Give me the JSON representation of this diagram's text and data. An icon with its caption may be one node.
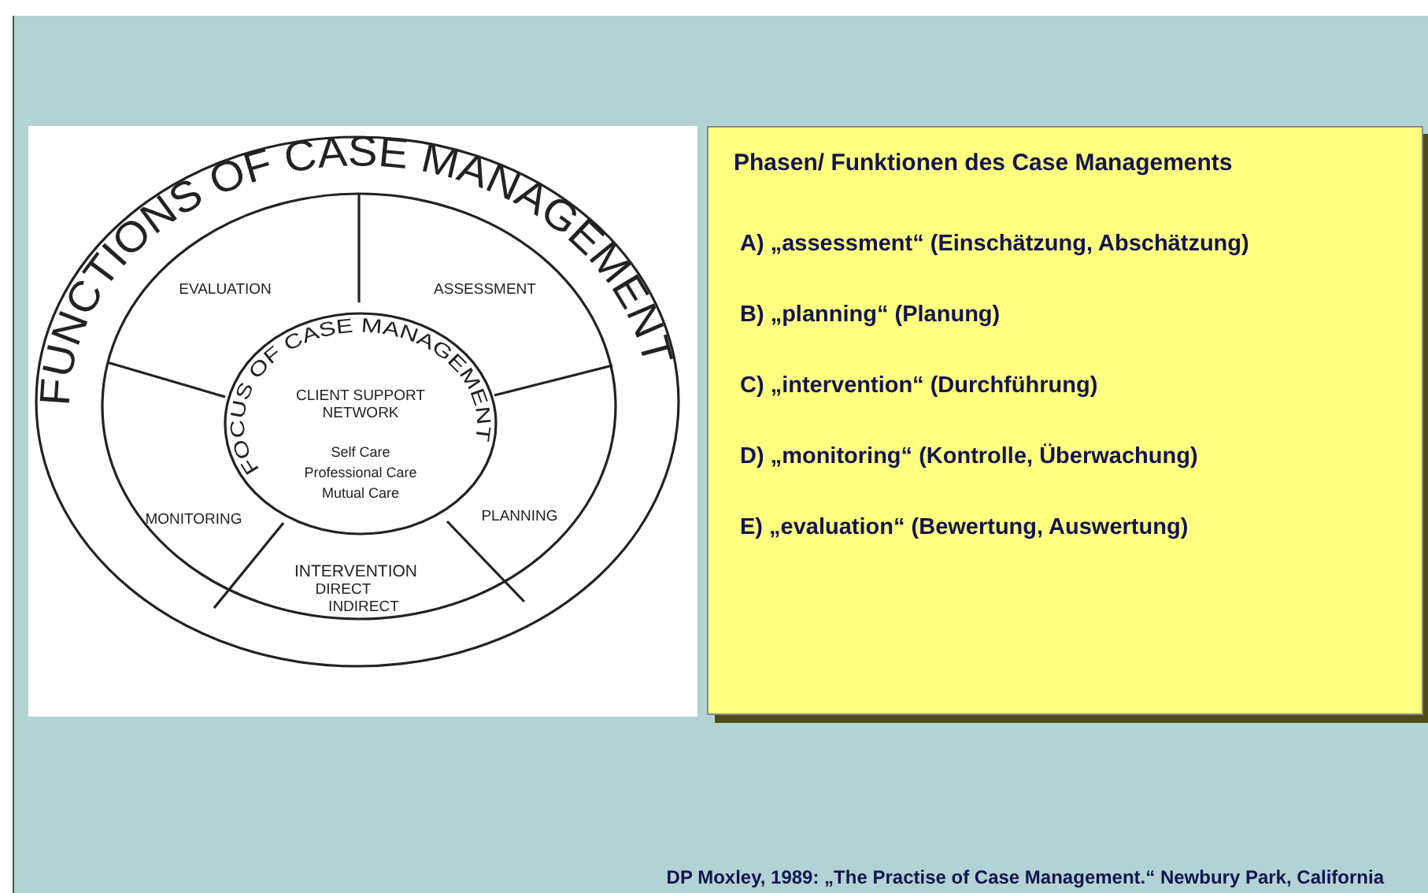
{
  "diagram": {
    "caption": "DP Moxley, 1989: „The Practise of Case Management.“ Newbury Park, California",
    "nodes": [
      {
        "text": [
          "FUNCTIONS OF CASE MANAGEMENT"
        ]
      },
      {
        "text": [
          "EVALUATION"
        ],
        "in": 0
      },
      {
        "text": [
          "ASSESSMENT"
        ],
        "in": 0
      },
      {
        "text": [
          "MONITORING"
        ],
        "in": 0
      },
      {
        "text": [
          "PLANNING"
        ],
        "in": 0
      },
      {
        "text": [
          "INTERVENTION",
          "DIRECT",
          "INDIRECT"
        ],
        "in": 0
      },
      {
        "text": [
          "FOCUS OF CASE MANAGEMENT",
          "CLIENT SUPPORT NETWORK",
          "Self Care",
          "Professional Care",
          "Mutual Care"
        ],
        "in": 0
      },
      {
        "text": [
          "Phasen/ Funktionen des Case Managements",
          "A) „assessment“ (Einschätzung, Abschätzung)",
          "B) „planning“ (Planung)",
          "C) „intervention“ (Durchführung)",
          "D) „monitoring“ (Kontrolle, Überwachung)",
          "E) „evaluation“ (Bewertung, Auswertung)"
        ]
      }
    ],
    "edges": []
  }
}
